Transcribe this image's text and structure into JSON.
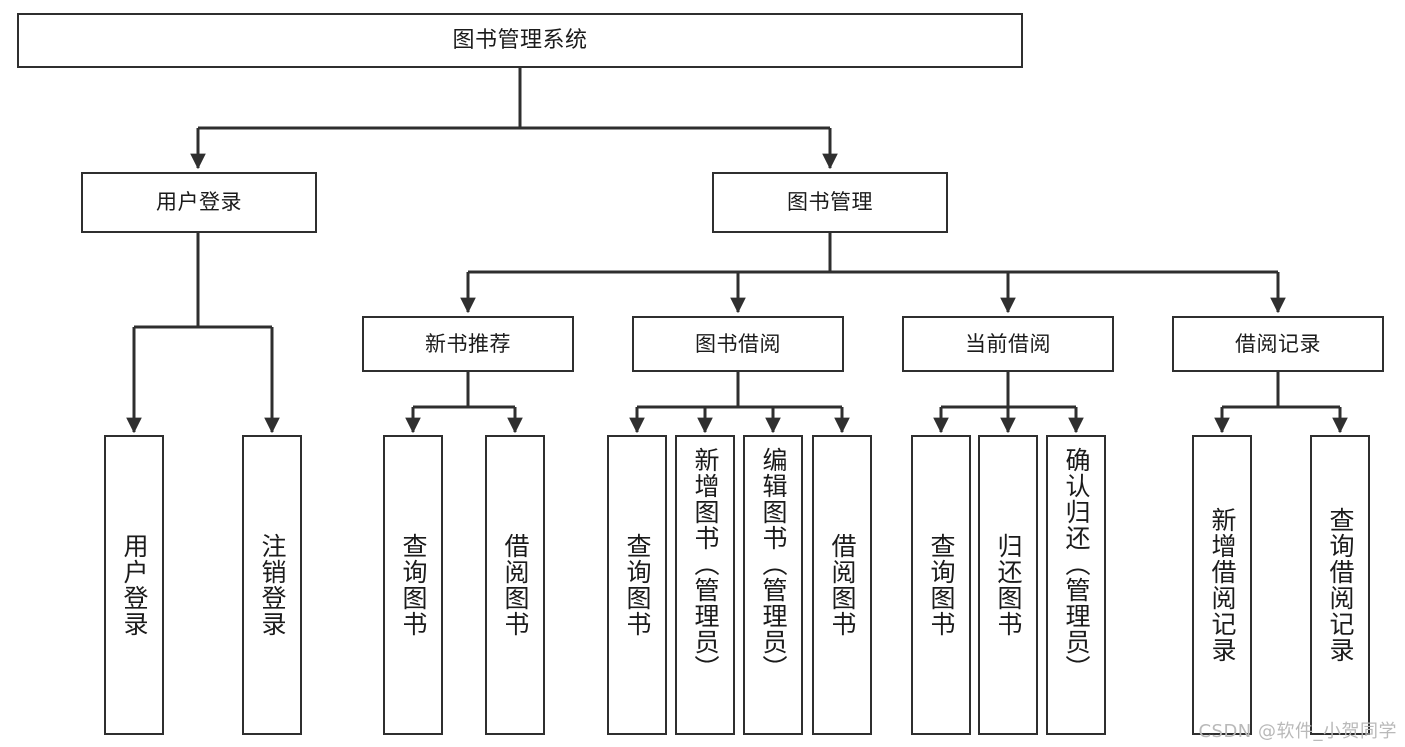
{
  "diagram": {
    "type": "tree-hierarchy",
    "title": "图书管理系统",
    "watermark": "CSDN @软件_小贺同学",
    "colors": {
      "stroke": "#2f2f2f",
      "background": "#ffffff",
      "text": "#1b1b1b",
      "watermark": "#b9b9b9"
    },
    "root": {
      "label": "图书管理系统"
    },
    "level2": [
      {
        "label": "用户登录"
      },
      {
        "label": "图书管理"
      }
    ],
    "level3": [
      {
        "label": "新书推荐"
      },
      {
        "label": "图书借阅"
      },
      {
        "label": "当前借阅"
      },
      {
        "label": "借阅记录"
      }
    ],
    "leaves": {
      "user_login": [
        {
          "label": "用户登录"
        },
        {
          "label": "注销登录"
        }
      ],
      "new_book_recommend": [
        {
          "label": "查询图书"
        },
        {
          "label": "借阅图书"
        }
      ],
      "book_borrow": [
        {
          "label": "查询图书"
        },
        {
          "label": "新增图书（管理员）"
        },
        {
          "label": "编辑图书（管理员）"
        },
        {
          "label": "借阅图书"
        }
      ],
      "current_borrow": [
        {
          "label": "查询图书"
        },
        {
          "label": "归还图书"
        },
        {
          "label": "确认归还（管理员）"
        }
      ],
      "borrow_record": [
        {
          "label": "新增借阅记录"
        },
        {
          "label": "查询借阅记录"
        }
      ]
    }
  }
}
